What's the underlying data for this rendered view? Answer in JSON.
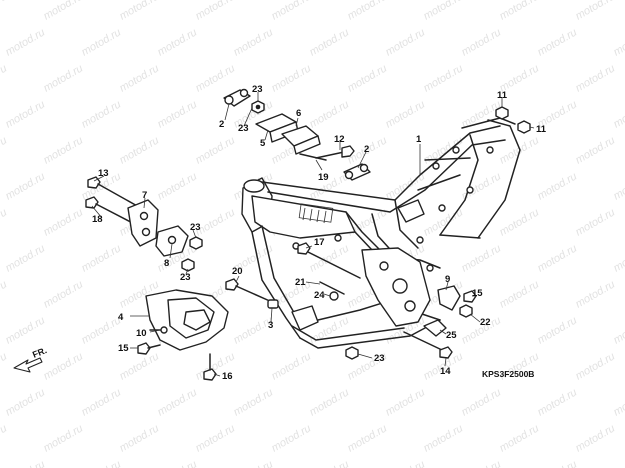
{
  "watermark": "motod.ru",
  "diagram_code": "KPS3F2500B",
  "direction_label": "FR.",
  "callouts": {
    "c1": "1",
    "c2a": "2",
    "c2b": "2",
    "c3": "3",
    "c4": "4",
    "c5": "5",
    "c6": "6",
    "c7": "7",
    "c8": "8",
    "c9": "9",
    "c10": "10",
    "c11a": "11",
    "c11b": "11",
    "c12": "12",
    "c13": "13",
    "c14": "14",
    "c15a": "15",
    "c15b": "15",
    "c16": "16",
    "c17": "17",
    "c18": "18",
    "c19": "19",
    "c20": "20",
    "c21": "21",
    "c22": "22",
    "c23a": "23",
    "c23b": "23",
    "c23c": "23",
    "c23d": "23",
    "c23e": "23",
    "c24": "24",
    "c25": "25"
  }
}
